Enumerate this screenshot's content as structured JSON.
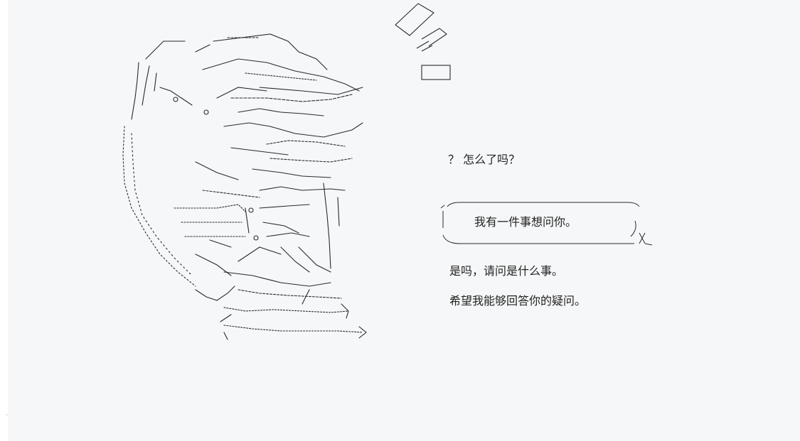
{
  "dialogue": {
    "question": "？ 怎么了吗？",
    "bubble_text": "我有一件事想问你。",
    "reply_1": "是吗，请问是什么事。",
    "reply_2": "希望我能够回答你的疑问。"
  },
  "colors": {
    "background": "#f6f7f8",
    "text": "#222222",
    "line_art": "#2a2a2a"
  }
}
